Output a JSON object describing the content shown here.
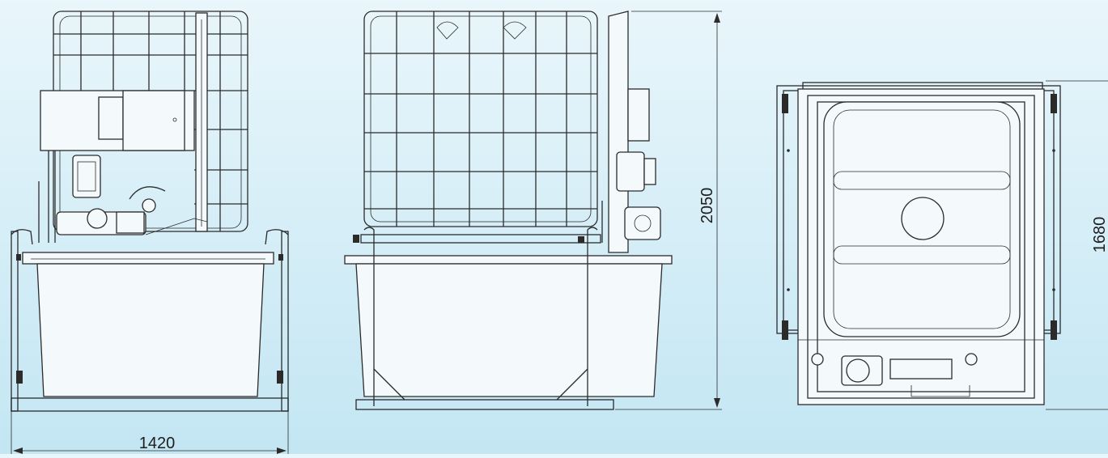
{
  "dimensions": {
    "width_label": "1420",
    "height_label": "2050",
    "depth_label": "1680"
  },
  "colors": {
    "line": "#2b2b2b",
    "background_top": "#e9f6fb",
    "background_bottom": "#c3e6f3"
  }
}
